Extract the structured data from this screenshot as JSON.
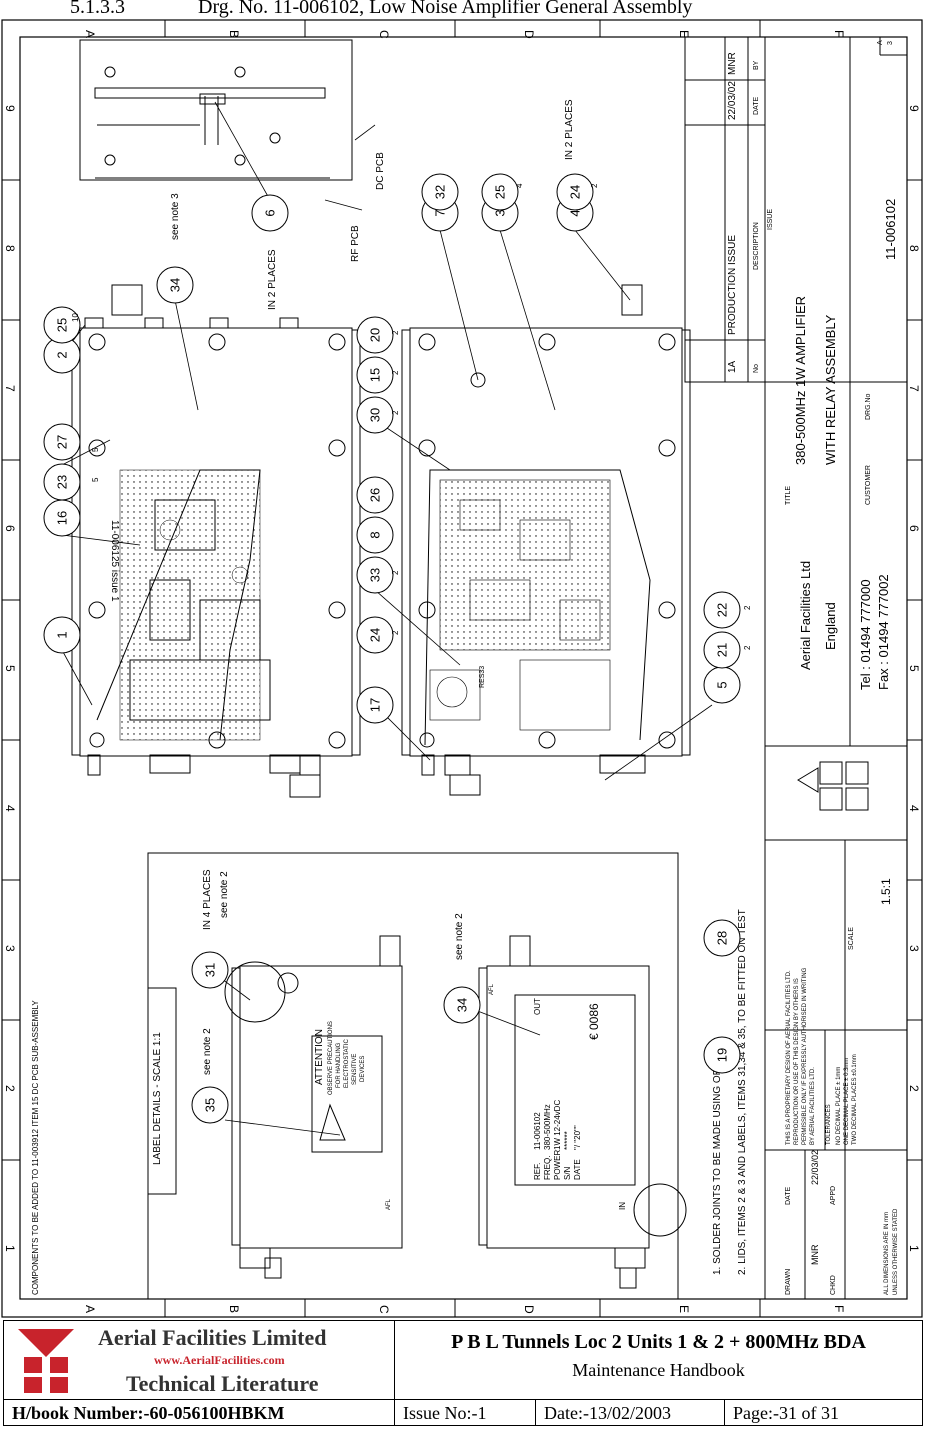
{
  "header": {
    "section": "5.1.3.3",
    "title": "Drg. No. 11-006102, Low Noise Amplifier General Assembly"
  },
  "drawing": {
    "grid_rows": [
      "A",
      "B",
      "C",
      "D",
      "E",
      "F"
    ],
    "grid_cols": [
      "1",
      "2",
      "3",
      "4",
      "5",
      "6",
      "7",
      "8",
      "9"
    ],
    "revision": {
      "no": "1A",
      "description": "PRODUCTION ISSUE",
      "date": "22/03/02",
      "by": "MNR",
      "col_no": "No",
      "col_description": "DESCRIPTION",
      "col_date": "DATE",
      "col_by": "BY",
      "issue_label": "ISSUE"
    },
    "title_block": {
      "title_label": "TITLE",
      "title_line1": "380-500MHz 1W AMPLIFIER",
      "title_line2": "WITH RELAY ASSEMBLY",
      "customer_label": "CUSTOMER",
      "drg_label": "DRG.No",
      "drg_no": "11-006102",
      "sheet": "A",
      "sheet_no": "3",
      "company": "Aerial Facilities Ltd",
      "country": "England",
      "tel": "Tel : 01494 777000",
      "fax": "Fax : 01494 777002",
      "scale_label": "SCALE",
      "scale": "1.5:1",
      "drawn_label": "DRAWN",
      "drawn": "MNR",
      "date_label": "DATE",
      "date": "22/03/02",
      "chkd_label": "CHKD",
      "appd_label": "APPD",
      "proprietary": [
        "THIS IS A PROPRIETARY DESIGN OF AERIAL FACILITIES LTD.",
        "REPRODUCTION OR USE OF THIS DESIGN BY OTHERS IS",
        "PERMISSIBLE ONLY IF EXPRESSLY AUTHORISED IN WRITING",
        "BY AERIAL FACILITIES LTD."
      ],
      "tolerances": [
        "TOLERANCES",
        "NO DECIMAL PLACE ± 1mm",
        "ONE DECIMAL PLACE ± 0.3mm",
        "TWO DECIMAL PLACES ±0.1mm"
      ],
      "dims": [
        "ALL DIMENSIONS ARE IN mm",
        "UNLESS OTHERWISE STATED"
      ]
    },
    "notes": {
      "note1": "1. SOLDER JOINTS TO BE MADE USING      OR",
      "note2": "2. LIDS, ITEMS 2 & 3 AND  LABELS, ITEMS 31,34 & 35, TO BE FITTED ON TEST",
      "components_note": "COMPONENTS TO BE ADDED TO 11-003912 ITEM 15 DC PCB SUB-ASSEMBLY",
      "label_details": "LABEL DETAILS - SCALE 1:1"
    },
    "annotations": {
      "in2_top": "IN 2 PLACES",
      "in2_side": "IN 2 PLACES",
      "in4": "IN 4 PLACES",
      "see_note_2": "see note 2",
      "see_note_3": "see note 3",
      "rf_pcb": "RF PCB",
      "dc_pcb": "DC PCB",
      "pcb_text": "11-006125 issue 1"
    },
    "balloons": [
      "1",
      "16",
      "23",
      "27",
      "2",
      "25",
      "34",
      "6",
      "17",
      "24",
      "33",
      "8",
      "26",
      "30",
      "15",
      "20",
      "27",
      "7",
      "32",
      "3",
      "25",
      "4",
      "24",
      "5",
      "21",
      "22",
      "35",
      "31",
      "34",
      "19",
      "28"
    ],
    "balloon_qty": [
      "10",
      "5",
      "5",
      "2",
      "2",
      "2",
      "2",
      "2",
      "4",
      "2",
      "2",
      "2"
    ],
    "label_attention": {
      "heading": "ATTENTION",
      "line1": "OBSERVE PRECAUTIONS",
      "line2": "FOR HANDLING",
      "line3": "ELECTROSTATIC",
      "line4": "SENSITIVE",
      "line5": "DEVICES"
    },
    "label_rating": {
      "ref_label": "REF.",
      "ref": "11-006102",
      "freq_label": "FREQ.",
      "freq": "380-500MHz",
      "power_label": "POWER",
      "power": "1W 12-24vDC",
      "sn_label": "S/N",
      "sn": "******",
      "date_label": "DATE",
      "date": "\"/ \"20\"\"",
      "in": "IN",
      "out": "OUT",
      "ce": "€ 0086",
      "afl": "AFL",
      "res": "RES33"
    }
  },
  "footer": {
    "company_line": "Aerial  Facilities  Limited",
    "website": "www.AerialFacilities.com",
    "tech_lit": "Technical Literature",
    "doc_title": "P B L Tunnels Loc 2 Units 1 & 2 + 800MHz BDA",
    "doc_sub": "Maintenance Handbook",
    "handbook": "H/book Number:-60-056100HBKM",
    "issue": "Issue No:-1",
    "date": "Date:-13/02/2003",
    "page": "Page:-31 of 31"
  }
}
